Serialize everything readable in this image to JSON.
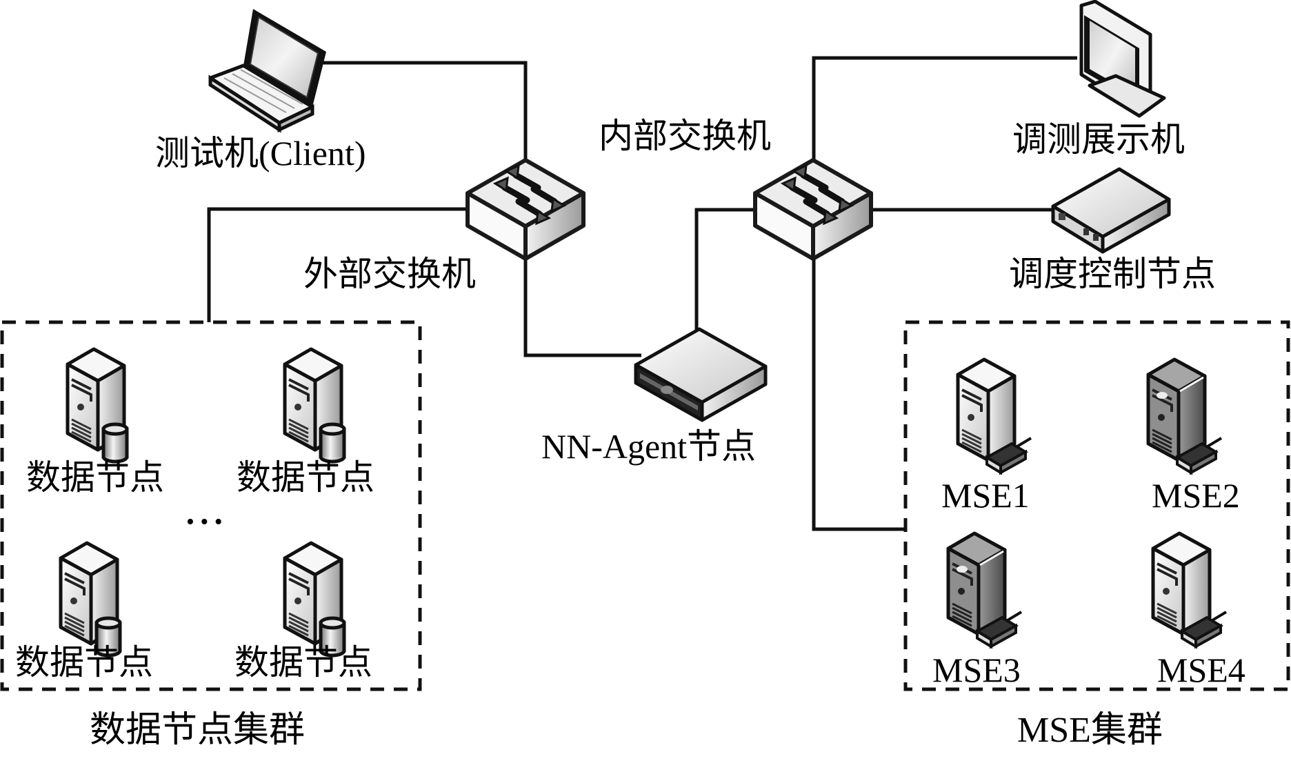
{
  "diagram": {
    "type": "network-topology",
    "nodes": {
      "client": {
        "label": "测试机(Client)",
        "icon": "laptop-icon"
      },
      "external_switch": {
        "label": "外部交换机",
        "icon": "switch-icon"
      },
      "internal_switch": {
        "label": "内部交换机",
        "icon": "switch-icon"
      },
      "nn_agent": {
        "label": "NN-Agent节点",
        "icon": "server-appliance-icon"
      },
      "monitor": {
        "label": "调测展示机",
        "icon": "monitor-icon"
      },
      "scheduler": {
        "label": "调度控制节点",
        "icon": "network-device-icon"
      }
    },
    "data_cluster": {
      "label": "数据节点集群",
      "ellipsis": "• • •",
      "nodes": [
        {
          "label": "数据节点",
          "icon": "database-server-icon"
        },
        {
          "label": "数据节点",
          "icon": "database-server-icon"
        },
        {
          "label": "数据节点",
          "icon": "database-server-icon"
        },
        {
          "label": "数据节点",
          "icon": "database-server-icon"
        }
      ]
    },
    "mse_cluster": {
      "label": "MSE集群",
      "nodes": [
        {
          "label": "MSE1",
          "icon": "tower-server-icon",
          "tone": "light"
        },
        {
          "label": "MSE2",
          "icon": "tower-server-icon",
          "tone": "dark"
        },
        {
          "label": "MSE3",
          "icon": "tower-server-icon",
          "tone": "dark"
        },
        {
          "label": "MSE4",
          "icon": "tower-server-icon",
          "tone": "light"
        }
      ]
    },
    "links": [
      [
        "client",
        "external_switch"
      ],
      [
        "external_switch",
        "data_cluster"
      ],
      [
        "external_switch",
        "nn_agent"
      ],
      [
        "nn_agent",
        "internal_switch"
      ],
      [
        "internal_switch",
        "monitor"
      ],
      [
        "internal_switch",
        "scheduler"
      ],
      [
        "internal_switch",
        "mse_cluster"
      ]
    ]
  }
}
